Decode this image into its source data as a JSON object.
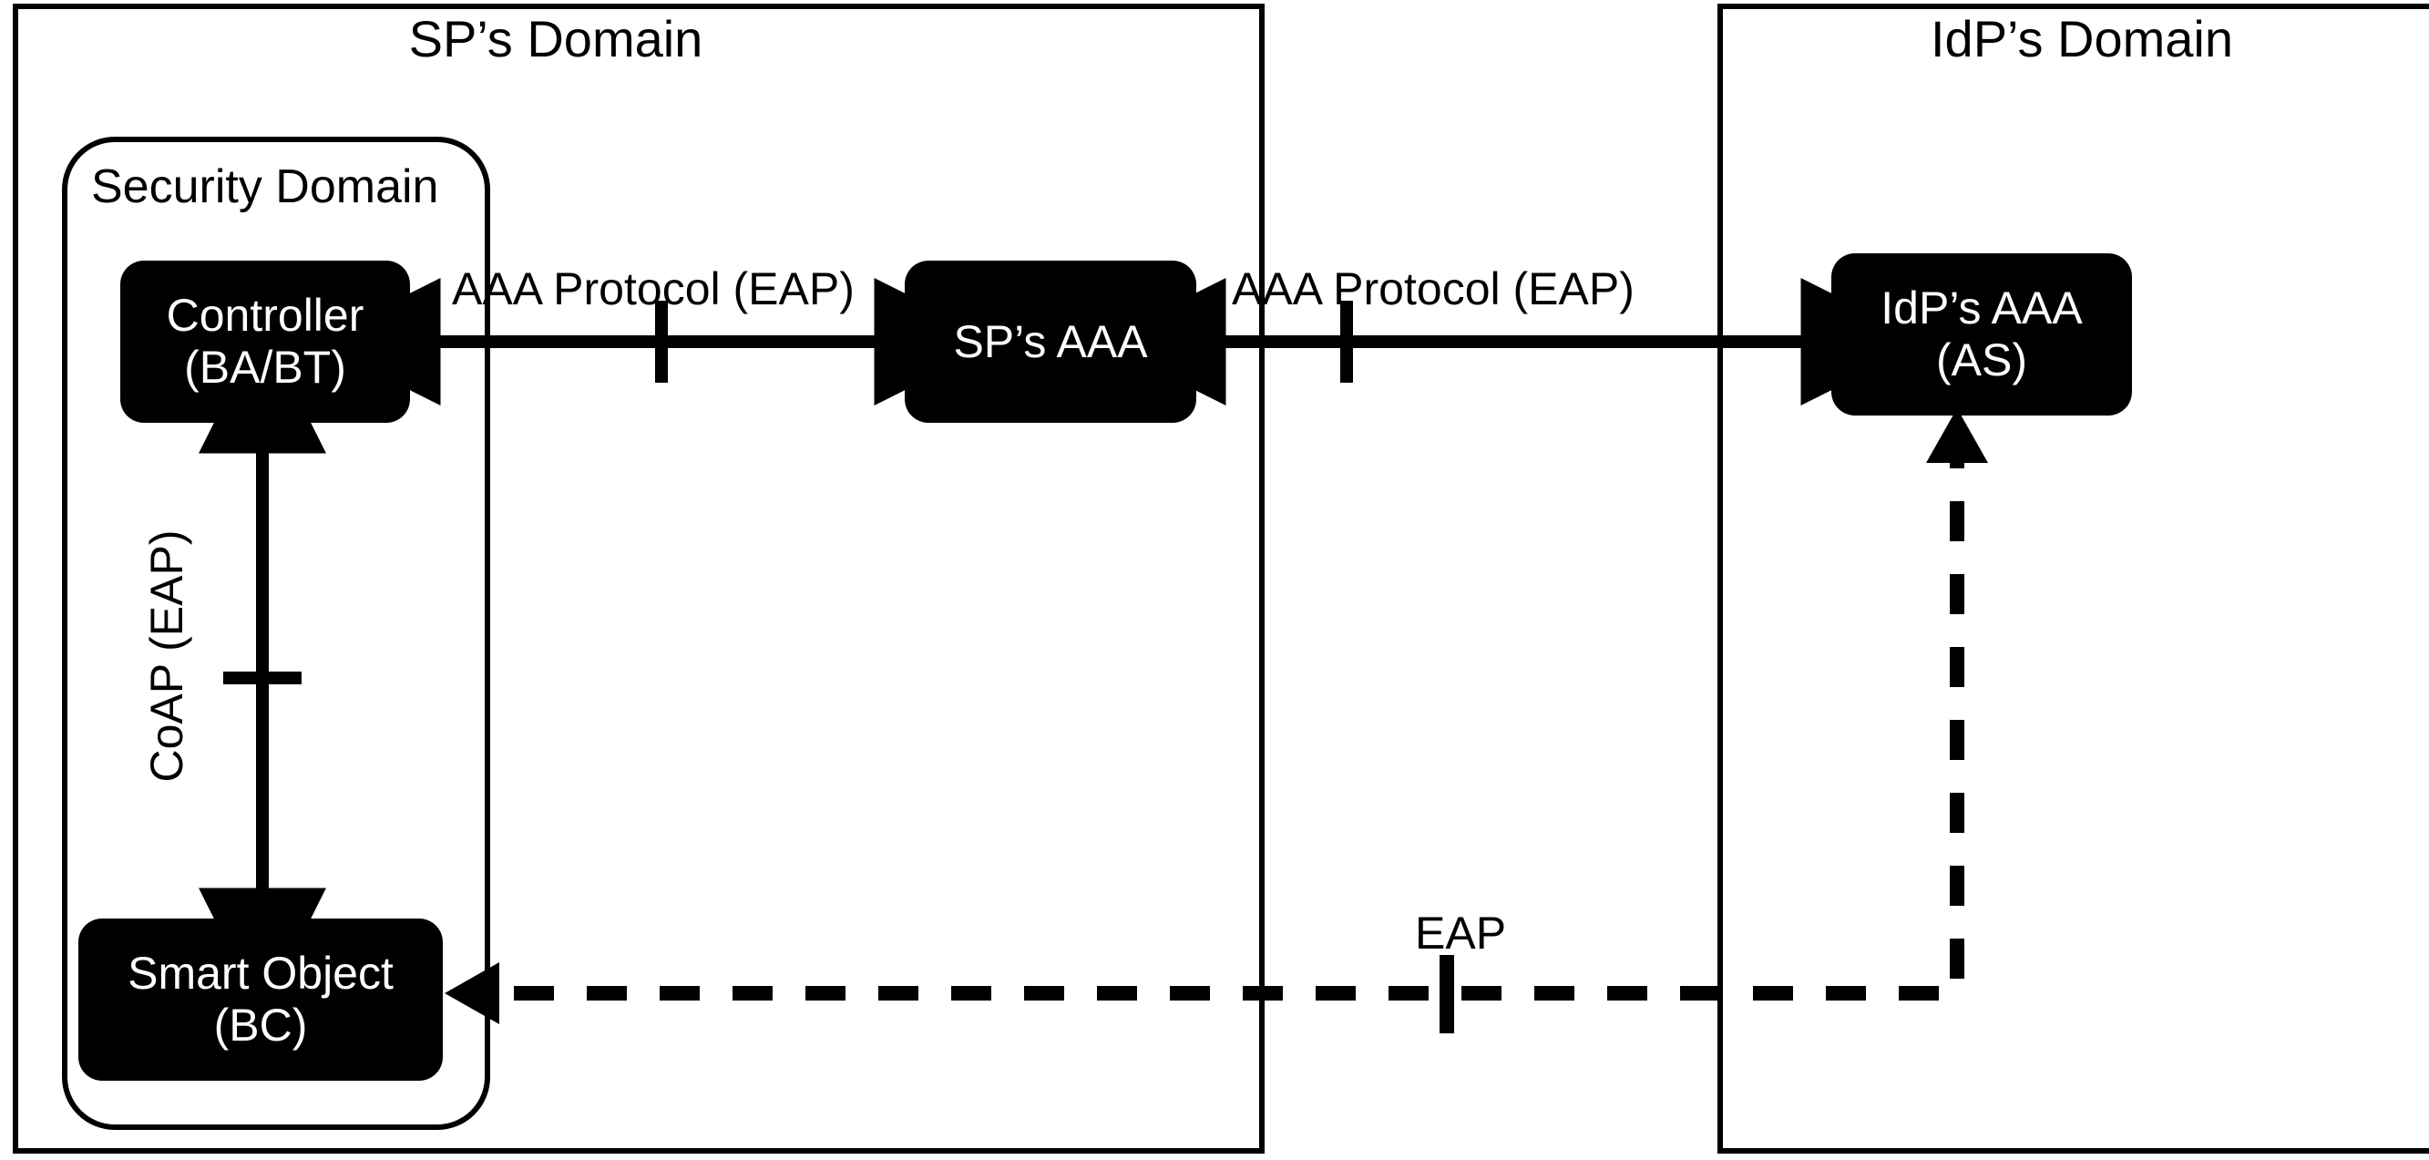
{
  "diagram": {
    "title": "SP and IdP domain AAA / EAP architecture",
    "domains": [
      {
        "id": "sp",
        "label": "SP’s Domain"
      },
      {
        "id": "idp",
        "label": "IdP’s Domain"
      }
    ],
    "security_domain": {
      "label": "Security Domain"
    },
    "nodes": [
      {
        "id": "controller",
        "line1": "Controller",
        "line2": "(BA/BT)"
      },
      {
        "id": "smart-object",
        "line1": "Smart Object",
        "line2": "(BC)"
      },
      {
        "id": "sp-aaa",
        "line1": "SP’s  AAA",
        "line2": ""
      },
      {
        "id": "idp-aaa",
        "line1": "IdP’s AAA",
        "line2": "(AS)"
      }
    ],
    "edges": [
      {
        "id": "controller-spaaa",
        "label": "AAA Protocol (EAP)",
        "style": "solid",
        "arrows": "both"
      },
      {
        "id": "spaaa-idpaaa",
        "label": "AAA Protocol (EAP)",
        "style": "solid",
        "arrows": "both"
      },
      {
        "id": "controller-smartobject",
        "label": "CoAP (EAP)",
        "style": "solid",
        "arrows": "both"
      },
      {
        "id": "idpaaa-smartobject",
        "label": "EAP",
        "style": "dashed",
        "arrows": "single"
      }
    ],
    "colors": {
      "node_fill": "#000000",
      "node_text": "#ffffff",
      "stroke": "#000000",
      "background": "#ffffff"
    }
  }
}
